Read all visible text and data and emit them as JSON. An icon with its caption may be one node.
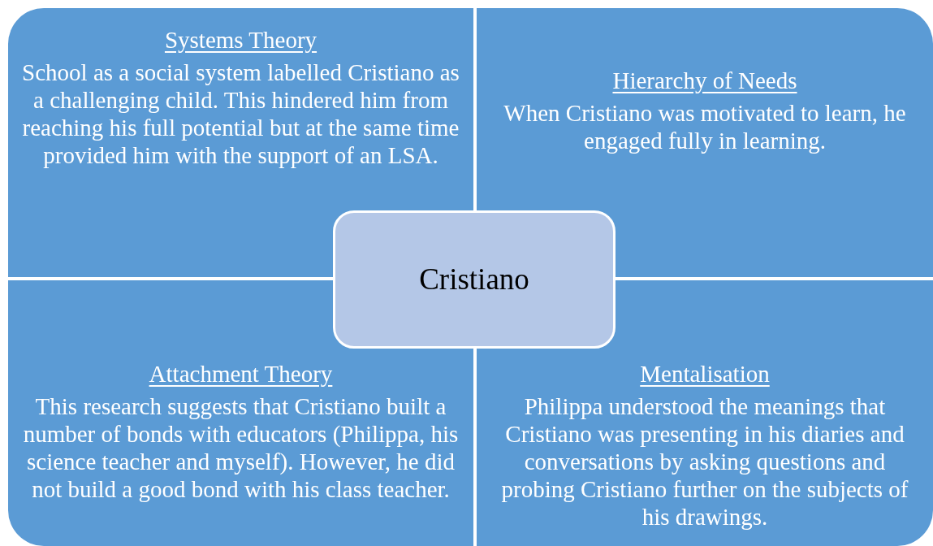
{
  "diagram": {
    "nodes": [
      {
        "text": [
          "Systems Theory",
          "School as a social system labelled Cristiano as a challenging child. This hindered him from reaching his full potential but at the same time provided him with the support of an LSA."
        ]
      },
      {
        "text": [
          "Hierarchy of Needs",
          "When Cristiano was motivated to learn, he engaged fully in learning."
        ]
      },
      {
        "text": [
          "Attachment Theory",
          "This research suggests that Cristiano built a number of bonds with educators (Philippa, his science teacher and myself). However, he did not build a good bond with his class teacher."
        ]
      },
      {
        "text": [
          "Mentalisation",
          "Philippa understood the meanings that Cristiano was presenting in his diaries and conversations by asking questions and probing Cristiano further on the subjects of his drawings."
        ]
      },
      {
        "text": [
          "Cristiano"
        ]
      }
    ]
  }
}
